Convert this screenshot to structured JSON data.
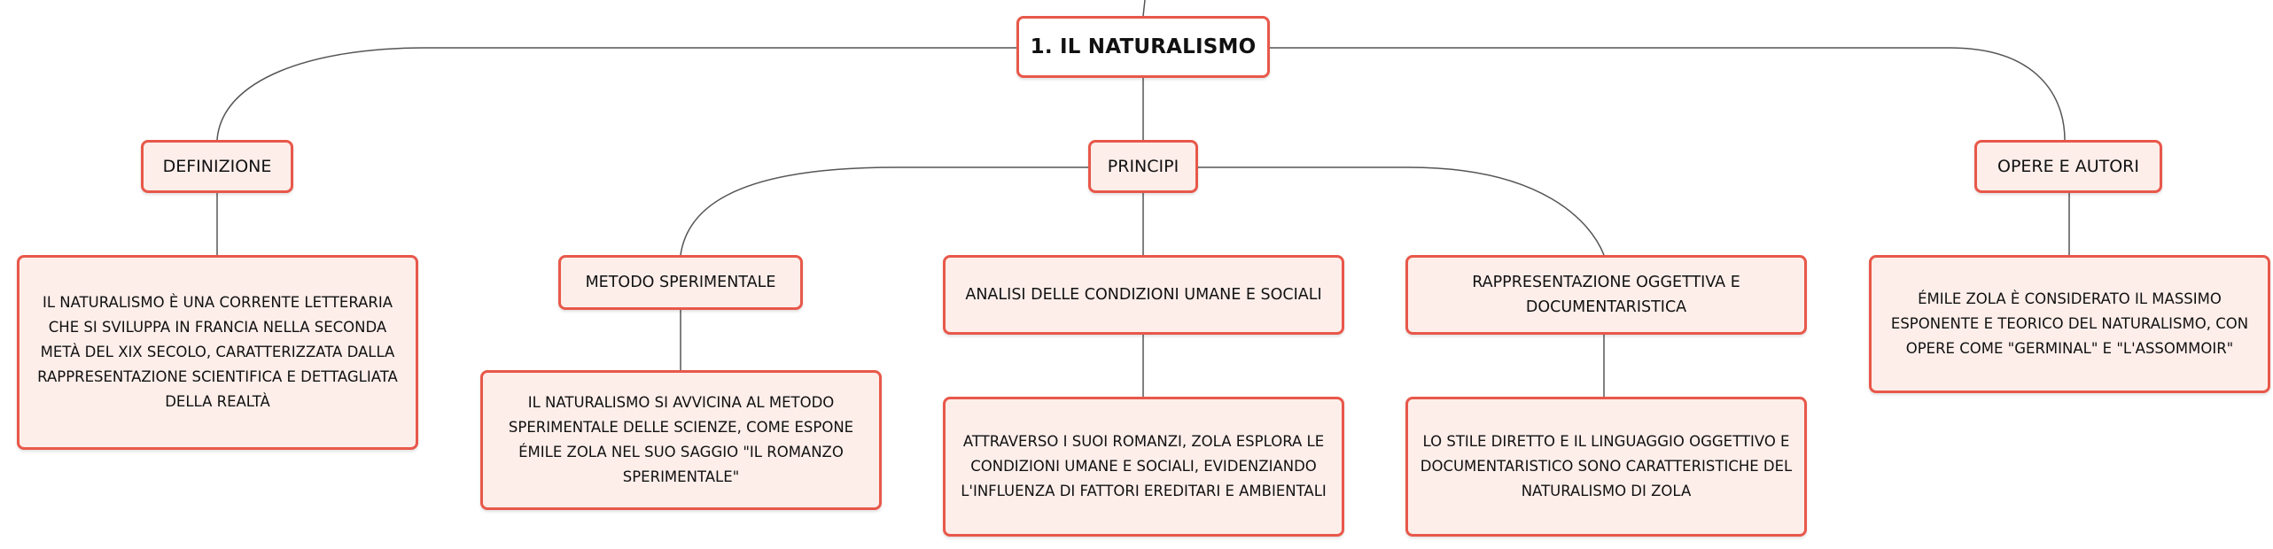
{
  "colors": {
    "node_border": "#e8584a",
    "node_fill": "#fdeeea",
    "root_fill": "#ffffff",
    "connector": "#555555",
    "text": "#111111"
  },
  "mindmap": {
    "root": {
      "label": "1. IL NATURALISMO"
    },
    "branches": {
      "definizione": {
        "label": "DEFINIZIONE",
        "detail": "IL NATURALISMO È UNA CORRENTE LETTERARIA CHE SI SVILUPPA IN FRANCIA NELLA SECONDA METÀ DEL XIX SECOLO, CARATTERIZZATA DALLA RAPPRESENTAZIONE SCIENTIFICA E DETTAGLIATA DELLA REALTÀ"
      },
      "principi": {
        "label": "PRINCIPI",
        "children": {
          "metodo": {
            "label": "METODO SPERIMENTALE",
            "detail": "IL NATURALISMO SI AVVICINA AL METODO SPERIMENTALE DELLE SCIENZE, COME ESPONE ÉMILE ZOLA NEL SUO SAGGIO \"IL ROMANZO SPERIMENTALE\""
          },
          "analisi": {
            "label": "ANALISI DELLE CONDIZIONI UMANE E SOCIALI",
            "detail": "ATTRAVERSO I SUOI ROMANZI, ZOLA ESPLORA LE CONDIZIONI UMANE E SOCIALI, EVIDENZIANDO L'INFLUENZA DI FATTORI EREDITARI E AMBIENTALI"
          },
          "rappresentazione": {
            "label": "RAPPRESENTAZIONE OGGETTIVA E DOCUMENTARISTICA",
            "detail": "LO STILE DIRETTO E IL LINGUAGGIO OGGETTIVO E DOCUMENTARISTICO SONO CARATTERISTICHE DEL NATURALISMO DI ZOLA"
          }
        }
      },
      "opere": {
        "label": "OPERE E AUTORI",
        "detail": "ÉMILE ZOLA È CONSIDERATO IL MASSIMO ESPONENTE E TEORICO DEL NATURALISMO, CON OPERE COME \"GERMINAL\" E \"L'ASSOMMOIR\""
      }
    }
  }
}
